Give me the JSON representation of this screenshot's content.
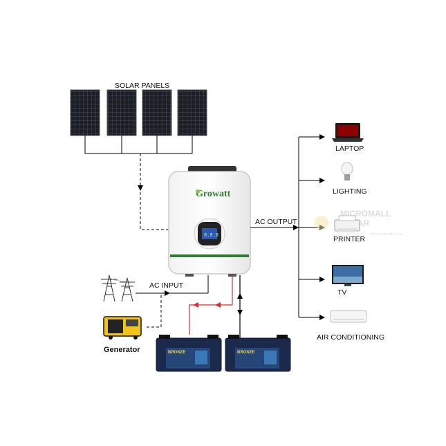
{
  "labels": {
    "solar_panels": "SOLAR PANELS",
    "ac_output": "AC OUTPUT",
    "ac_input": "AC INPUT",
    "generator": "Generator",
    "laptop": "LAPTOP",
    "lighting": "LIGHTING",
    "printer": "PRINTER",
    "tv": "TV",
    "air_conditioning": "AIR CONDITIONING"
  },
  "inverter": {
    "brand": "Growatt"
  },
  "batteries": [
    {
      "label": "BRONZE"
    },
    {
      "label": "BRONZE"
    }
  ],
  "watermark": {
    "line1": "MICROMALL",
    "line2": "SOLAR",
    "url": "www.micromall.co.za"
  },
  "colors": {
    "wire": "#000000",
    "battery_positive": "#d32f2f",
    "inverter_accent": "#2e7d32",
    "battery_body": "#1b2a4a",
    "battery_face": "#3a78b8"
  }
}
